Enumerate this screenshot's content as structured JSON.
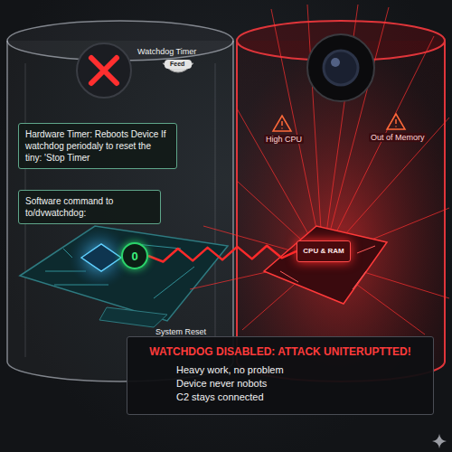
{
  "diagram": {
    "nodes": [
      {
        "text": [
          "Hardware Timer: Reboots Device If watchdog periodaly to reset the tiny: 'Stop Timer"
        ]
      },
      {
        "text": [
          "Software command to to/dvwatchdog:"
        ]
      },
      {
        "text": [
          "0"
        ]
      },
      {
        "text": [
          "CPU & RAM"
        ]
      },
      {
        "text": [
          "WATCHDOG DISABLED: ATTACK UNITERUPTTED!",
          "Heavy work, no problem",
          "Device never nobots",
          "C2 stays connected"
        ]
      }
    ],
    "edges": [
      {
        "from": 2,
        "to": 3,
        "arrow": "none"
      }
    ],
    "labels": [
      "Watchdog Timer",
      "Feed",
      "System Reset",
      "High CPU",
      "Out of Memory"
    ]
  }
}
